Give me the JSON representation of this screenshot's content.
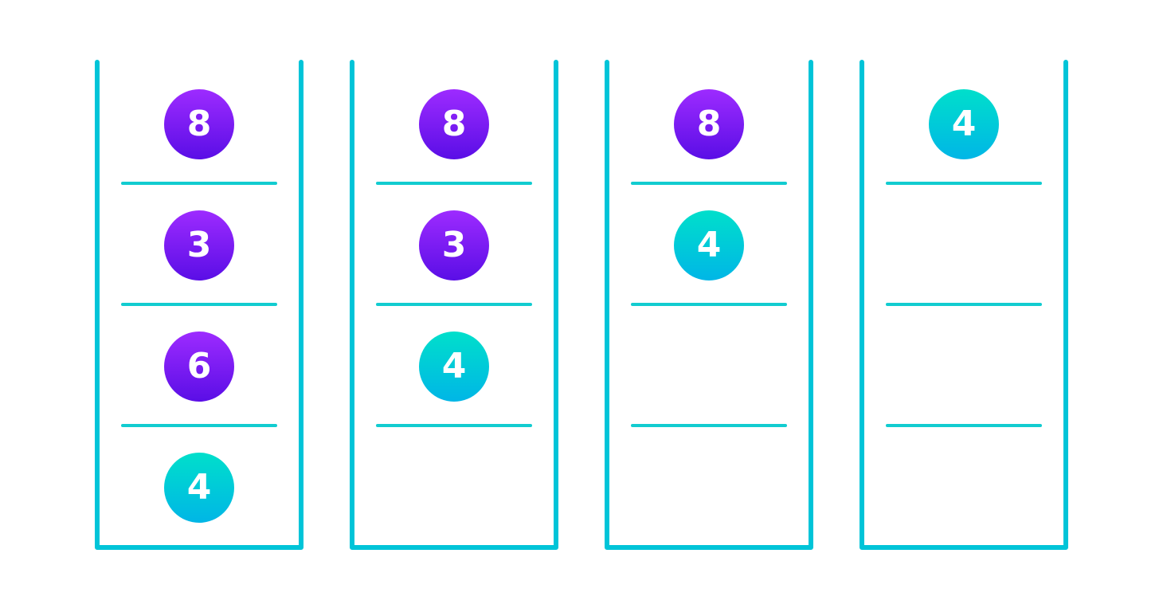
{
  "colors": {
    "stack_border": "#00c4d8",
    "divider": "#12ccd0",
    "purple_ball_top": "#9d2bff",
    "purple_ball_bottom": "#5a0ee6",
    "teal_ball_top": "#00dfcb",
    "teal_ball_bottom": "#00b6e6",
    "ball_text": "#ffffff"
  },
  "stacks": [
    {
      "slots": [
        {
          "value": "8",
          "color": "purple"
        },
        {
          "value": "3",
          "color": "purple"
        },
        {
          "value": "6",
          "color": "purple"
        },
        {
          "value": "4",
          "color": "teal"
        }
      ]
    },
    {
      "slots": [
        {
          "value": "8",
          "color": "purple"
        },
        {
          "value": "3",
          "color": "purple"
        },
        {
          "value": "4",
          "color": "teal"
        },
        null
      ]
    },
    {
      "slots": [
        {
          "value": "8",
          "color": "purple"
        },
        {
          "value": "4",
          "color": "teal"
        },
        null,
        null
      ]
    },
    {
      "slots": [
        {
          "value": "4",
          "color": "teal"
        },
        null,
        null,
        null
      ]
    }
  ]
}
